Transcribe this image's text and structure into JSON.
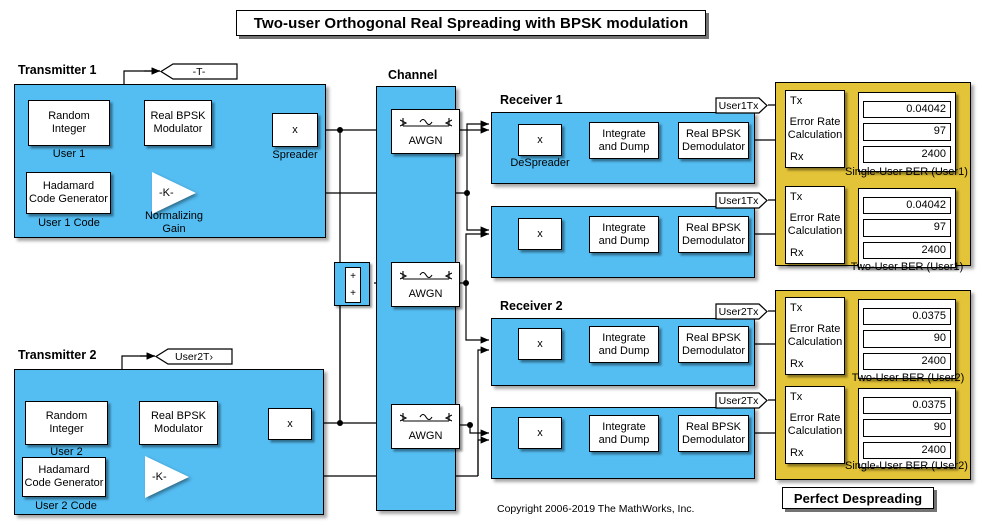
{
  "title": "Two-user Orthogonal Real Spreading with BPSK modulation",
  "copyright": "Copyright 2006-2019 The MathWorks, Inc.",
  "footer_note": "Perfect Despreading",
  "colors": {
    "subsystem_blue": "#54bdf2",
    "subsystem_yellow": "#e3c337",
    "block_fill": "#ffffff",
    "line": "#000000"
  },
  "transmitter1": {
    "label": "Transmitter 1",
    "source_block": "Random\nInteger",
    "source_line1": "Random",
    "source_line2": "Integer",
    "source_caption": "User 1",
    "modulator_line1": "Real BPSK",
    "modulator_line2": "Modulator",
    "code_line1": "Hadamard",
    "code_line2": "Code Generator",
    "code_caption": "User 1 Code",
    "gain_label": "-K-",
    "gain_caption_line1": "Normalizing",
    "gain_caption_line2": "Gain",
    "product_label": "x",
    "product_caption": "Spreader",
    "goto_tag": "-T-"
  },
  "transmitter2": {
    "label": "Transmitter 2",
    "source_line1": "Random",
    "source_line2": "Integer",
    "source_caption": "User 2",
    "modulator_line1": "Real BPSK",
    "modulator_line2": "Modulator",
    "code_line1": "Hadamard",
    "code_line2": "Code Generator",
    "code_caption": "User 2 Code",
    "gain_label": "-K-",
    "product_label": "x",
    "goto_tag": "User2T›"
  },
  "channel": {
    "label": "Channel",
    "awgn_label": "AWGN",
    "blocks": [
      "AWGN",
      "AWGN",
      "AWGN"
    ],
    "sum_sign_top": "+",
    "sum_sign_bottom": "+"
  },
  "receiver1": {
    "label": "Receiver 1",
    "chains": [
      {
        "product_label": "x",
        "product_caption": "DeSpreader",
        "integrator_line1": "Integrate",
        "integrator_line2": "and Dump",
        "demod_line1": "Real BPSK",
        "demod_line2": "Demodulator",
        "tag": "User1Tx"
      },
      {
        "product_label": "x",
        "product_caption": "",
        "integrator_line1": "Integrate",
        "integrator_line2": "and Dump",
        "demod_line1": "Real BPSK",
        "demod_line2": "Demodulator",
        "tag": "User1Tx"
      }
    ]
  },
  "receiver2": {
    "label": "Receiver 2",
    "chains": [
      {
        "product_label": "x",
        "product_caption": "",
        "integrator_line1": "Integrate",
        "integrator_line2": "and Dump",
        "demod_line1": "Real BPSK",
        "demod_line2": "Demodulator",
        "tag": "User2Tx"
      },
      {
        "product_label": "x",
        "product_caption": "",
        "integrator_line1": "Integrate",
        "integrator_line2": "and Dump",
        "demod_line1": "Real BPSK",
        "demod_line2": "Demodulator",
        "tag": "User2Tx"
      }
    ]
  },
  "error_rate_block": {
    "tx_port": "Tx",
    "rx_port": "Rx",
    "title_line1": "Error Rate",
    "title_line2": "Calculation"
  },
  "results": [
    {
      "caption": "Single-User BER (User1)",
      "ber": "0.04042",
      "errors": "97",
      "total_bits": "2400"
    },
    {
      "caption": "Two-User BER  (User1)",
      "ber": "0.04042",
      "errors": "97",
      "total_bits": "2400"
    },
    {
      "caption": "Two-User BER (User2)",
      "ber": "0.0375",
      "errors": "90",
      "total_bits": "2400"
    },
    {
      "caption": "Single-User BER (User2)",
      "ber": "0.0375",
      "errors": "90",
      "total_bits": "2400"
    }
  ]
}
